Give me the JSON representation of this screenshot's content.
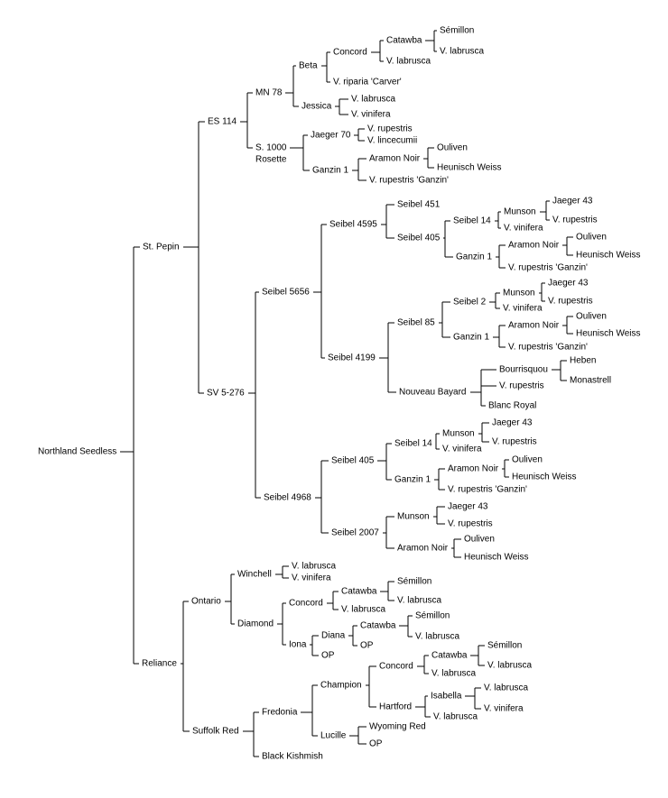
{
  "pedigree": {
    "name": "Northland Seedless",
    "children": [
      {
        "name": "St. Pepin",
        "children": [
          {
            "name": "ES 114",
            "children": [
              {
                "name": "MN 78",
                "children": [
                  {
                    "name": "Beta",
                    "children": [
                      {
                        "name": "Concord",
                        "children": [
                          {
                            "name": "Catawba",
                            "children": [
                              {
                                "name": "Sémillon"
                              },
                              {
                                "name": "V. labrusca"
                              }
                            ]
                          },
                          {
                            "name": "V. labrusca"
                          }
                        ]
                      },
                      {
                        "name": "V. riparia 'Carver'"
                      }
                    ]
                  },
                  {
                    "name": "Jessica",
                    "children": [
                      {
                        "name": "V. labrusca"
                      },
                      {
                        "name": "V. vinifera"
                      }
                    ]
                  }
                ]
              },
              {
                "name": "S. 1000",
                "name2": "Rosette",
                "children": [
                  {
                    "name": "Jaeger 70",
                    "children": [
                      {
                        "name": "V. rupestris"
                      },
                      {
                        "name": "V. lincecumii"
                      }
                    ]
                  },
                  {
                    "name": "Ganzin 1",
                    "children": [
                      {
                        "name": "Aramon Noir",
                        "children": [
                          {
                            "name": "Ouliven"
                          },
                          {
                            "name": "Heunisch Weiss"
                          }
                        ]
                      },
                      {
                        "name": "V. rupestris 'Ganzin'"
                      }
                    ]
                  }
                ]
              }
            ]
          },
          {
            "name": "SV 5-276",
            "children": [
              {
                "name": "Seibel 5656",
                "children": [
                  {
                    "name": "Seibel 4595",
                    "children": [
                      {
                        "name": "Seibel 451"
                      },
                      {
                        "name": "Seibel 405",
                        "children": [
                          {
                            "name": "Seibel 14",
                            "children": [
                              {
                                "name": "Munson",
                                "children": [
                                  {
                                    "name": "Jaeger 43"
                                  },
                                  {
                                    "name": "V. rupestris"
                                  }
                                ]
                              },
                              {
                                "name": "V. vinifera"
                              }
                            ]
                          },
                          {
                            "name": "Ganzin 1",
                            "children": [
                              {
                                "name": "Aramon Noir",
                                "children": [
                                  {
                                    "name": "Ouliven"
                                  },
                                  {
                                    "name": "Heunisch Weiss"
                                  }
                                ]
                              },
                              {
                                "name": "V. rupestris 'Ganzin'"
                              }
                            ]
                          }
                        ]
                      }
                    ]
                  },
                  {
                    "name": "Seibel 4199",
                    "children": [
                      {
                        "name": "Seibel 85",
                        "children": [
                          {
                            "name": "Seibel 2",
                            "children": [
                              {
                                "name": "Munson",
                                "children": [
                                  {
                                    "name": "Jaeger 43"
                                  },
                                  {
                                    "name": "V. rupestris"
                                  }
                                ]
                              },
                              {
                                "name": "V. vinifera"
                              }
                            ]
                          },
                          {
                            "name": "Ganzin 1",
                            "children": [
                              {
                                "name": "Aramon Noir",
                                "children": [
                                  {
                                    "name": "Ouliven"
                                  },
                                  {
                                    "name": "Heunisch Weiss"
                                  }
                                ]
                              },
                              {
                                "name": "V. rupestris 'Ganzin'"
                              }
                            ]
                          }
                        ]
                      },
                      {
                        "name": "Nouveau Bayard",
                        "children": [
                          {
                            "name": "Bourrisquou",
                            "children": [
                              {
                                "name": "Heben"
                              },
                              {
                                "name": "Monastrell"
                              }
                            ]
                          },
                          {
                            "name": "V. rupestris"
                          },
                          {
                            "name": "Blanc Royal"
                          }
                        ]
                      }
                    ]
                  }
                ]
              },
              {
                "name": "Seibel 4968",
                "children": [
                  {
                    "name": "Seibel 405",
                    "children": [
                      {
                        "name": "Seibel 14",
                        "children": [
                          {
                            "name": "Munson",
                            "children": [
                              {
                                "name": "Jaeger 43"
                              },
                              {
                                "name": "V. rupestris"
                              }
                            ]
                          },
                          {
                            "name": "V. vinifera"
                          }
                        ]
                      },
                      {
                        "name": "Ganzin 1",
                        "children": [
                          {
                            "name": "Aramon Noir",
                            "children": [
                              {
                                "name": "Ouliven"
                              },
                              {
                                "name": "Heunisch Weiss"
                              }
                            ]
                          },
                          {
                            "name": "V. rupestris 'Ganzin'"
                          }
                        ]
                      }
                    ]
                  },
                  {
                    "name": "Seibel 2007",
                    "children": [
                      {
                        "name": "Munson",
                        "children": [
                          {
                            "name": "Jaeger 43"
                          },
                          {
                            "name": "V. rupestris"
                          }
                        ]
                      },
                      {
                        "name": "Aramon Noir",
                        "children": [
                          {
                            "name": "Ouliven"
                          },
                          {
                            "name": "Heunisch Weiss"
                          }
                        ]
                      }
                    ]
                  }
                ]
              }
            ]
          }
        ]
      },
      {
        "name": "Reliance",
        "children": [
          {
            "name": "Ontario",
            "children": [
              {
                "name": "Winchell",
                "children": [
                  {
                    "name": "V. labrusca"
                  },
                  {
                    "name": "V. vinifera"
                  }
                ]
              },
              {
                "name": "Diamond",
                "children": [
                  {
                    "name": "Concord",
                    "children": [
                      {
                        "name": "Catawba",
                        "children": [
                          {
                            "name": "Sémillon"
                          },
                          {
                            "name": "V. labrusca"
                          }
                        ]
                      },
                      {
                        "name": "V. labrusca"
                      }
                    ]
                  },
                  {
                    "name": "Iona",
                    "children": [
                      {
                        "name": "Diana",
                        "children": [
                          {
                            "name": "Catawba",
                            "children": [
                              {
                                "name": "Sémillon"
                              },
                              {
                                "name": "V. labrusca"
                              }
                            ]
                          },
                          {
                            "name": "OP"
                          }
                        ]
                      },
                      {
                        "name": "OP"
                      }
                    ]
                  }
                ]
              }
            ]
          },
          {
            "name": "Suffolk Red",
            "children": [
              {
                "name": "Fredonia",
                "children": [
                  {
                    "name": "Champion",
                    "children": [
                      {
                        "name": "Concord",
                        "children": [
                          {
                            "name": "Catawba",
                            "children": [
                              {
                                "name": "Sémillon"
                              },
                              {
                                "name": "V. labrusca"
                              }
                            ]
                          },
                          {
                            "name": "V. labrusca"
                          }
                        ]
                      },
                      {
                        "name": "Hartford",
                        "children": [
                          {
                            "name": "Isabella",
                            "children": [
                              {
                                "name": "V. labrusca"
                              },
                              {
                                "name": "V. vinifera"
                              }
                            ]
                          },
                          {
                            "name": "V. labrusca"
                          }
                        ]
                      }
                    ]
                  },
                  {
                    "name": "Lucille",
                    "children": [
                      {
                        "name": "Wyoming Red"
                      },
                      {
                        "name": "OP"
                      }
                    ]
                  }
                ]
              },
              {
                "name": "Black Kishmish"
              }
            ]
          }
        ]
      }
    ]
  }
}
